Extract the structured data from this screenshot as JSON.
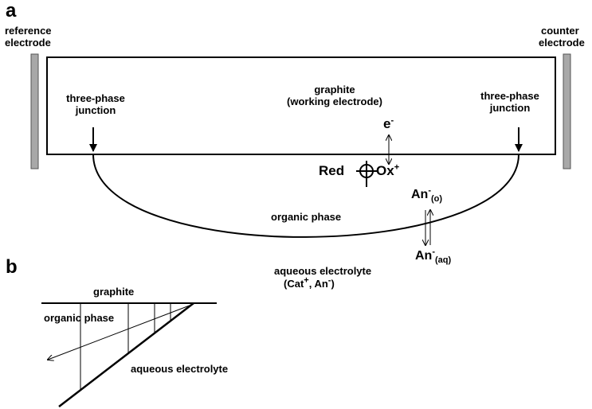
{
  "panel_a": {
    "label": "a",
    "reference_electrode": [
      "reference",
      "electrode"
    ],
    "counter_electrode": [
      "counter",
      "electrode"
    ],
    "graphite": [
      "graphite",
      "(working electrode)"
    ],
    "tpj_left": [
      "three-phase",
      "junction"
    ],
    "tpj_right": [
      "three-phase",
      "junction"
    ],
    "electron": {
      "base": "e",
      "sup": "-"
    },
    "redox": {
      "red": "Red ",
      "ox": "Ox",
      "ox_sup": "+"
    },
    "anion_org": {
      "base": "An",
      "sup": "-",
      "sub": "(o)"
    },
    "anion_aq": {
      "base": "An",
      "sup": "-",
      "sub": "(aq)"
    },
    "organic_phase": "organic phase",
    "aqueous": "aqueous electrolyte",
    "aqueous_ions": {
      "open": "(Cat",
      "cat_sup": "+",
      "mid": ", An",
      "an_sup": "-",
      "close": ")"
    }
  },
  "panel_b": {
    "label": "b",
    "graphite": "graphite",
    "organic_phase": "organic phase",
    "aqueous": "aqueous electrolyte"
  },
  "colors": {
    "line": "#000000",
    "electrode_fill": "#a8a8a8",
    "electrode_stroke": "#555555"
  }
}
